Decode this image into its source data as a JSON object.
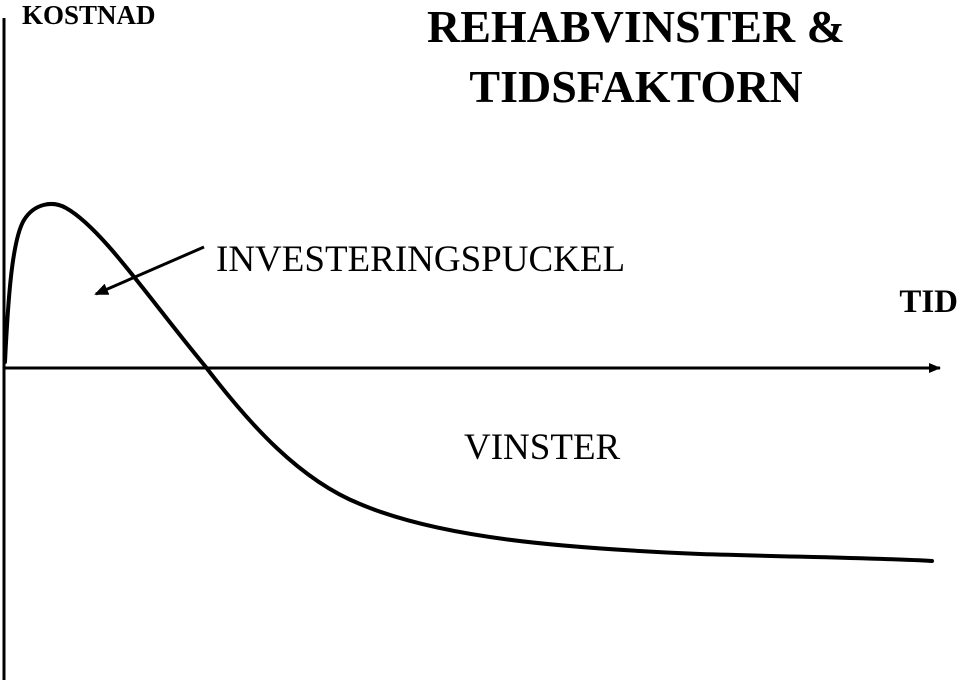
{
  "title": {
    "line1": "REHABVINSTER &",
    "line2": "TIDSFAKTORN"
  },
  "axes": {
    "y_label": "KOSTNAD",
    "x_label": "TID"
  },
  "annotations": {
    "hump_label": "INVESTERINGSPUCKEL",
    "gain_label": "VINSTER"
  },
  "colors": {
    "ink": "#000000",
    "background": "#ffffff"
  }
}
